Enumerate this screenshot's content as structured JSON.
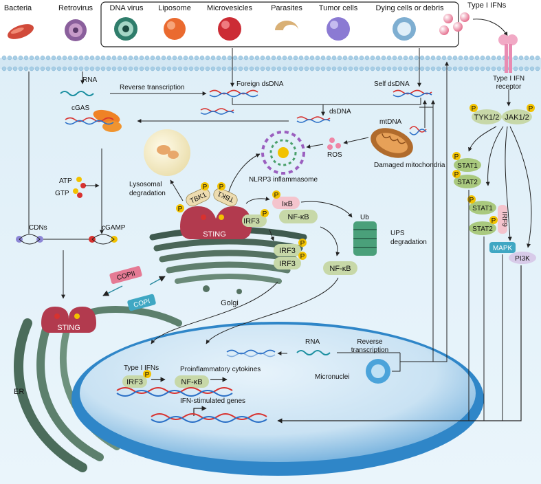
{
  "pathogens": [
    "Bacteria",
    "Retrovirus",
    "DNA virus",
    "Liposome",
    "Microvesicles",
    "Parasites",
    "Tumor cells",
    "Dying cells or debris"
  ],
  "labels": {
    "type1_ifns_top": "Type I IFNs",
    "receptor_line1": "Type I IFN",
    "receptor_line2": "receptor",
    "rna": "RNA",
    "reverse_transcription": "Reverse transcription",
    "foreign_dsdna": "Foreign dsDNA",
    "self_dsdna": "Self dsDNA",
    "cgas": "cGAS",
    "dsdna": "dsDNA",
    "mtdna": "mtDNA",
    "ros": "ROS",
    "damaged_mito": "Damaged mitochondria",
    "nlrp3": "NLRP3 inflammasome",
    "lyso_line1": "Lysosomal",
    "lyso_line2": "degradation",
    "atp": "ATP",
    "gtp": "GTP",
    "cdns": "CDNs",
    "cgamp": "cGAMP",
    "sting": "STING",
    "tbk1": "TBK1",
    "irf3": "IRF3",
    "ikb": "IκB",
    "nfkb": "NF-κB",
    "ups_line1": "UPS",
    "ups_line2": "degradation",
    "ub": "Ub",
    "golgi": "Golgi",
    "copii": "COPII",
    "copi": "COPI",
    "er": "ER",
    "p": "P",
    "nuc_type1_ifns": "Type I IFNs",
    "proinflammatory": "Proinflammatory cytokines",
    "isg": "IFN-stimulated genes",
    "nuc_rna": "RNA",
    "nuc_rt_line1": "Reverse",
    "nuc_rt_line2": "transcription",
    "micronuclei": "Micronuclei",
    "tyk": "TYK1/2",
    "jak": "JAK1/2",
    "stat1": "STAT1",
    "stat2": "STAT2",
    "irf9": "IRF9",
    "mapk": "MAPK",
    "pi3k": "PI3K"
  },
  "colors": {
    "cytoplasm": "#e3f1f9",
    "membrane_head": "#b8d8ec",
    "nucleus": "#2f86c8",
    "sting": "#b23a4e",
    "golgi": "#3f5a4f",
    "er": "#4b6c5b",
    "phospho": "#f2c200",
    "dna_red": "#d8322f",
    "dna_blue": "#2a6fc6"
  }
}
